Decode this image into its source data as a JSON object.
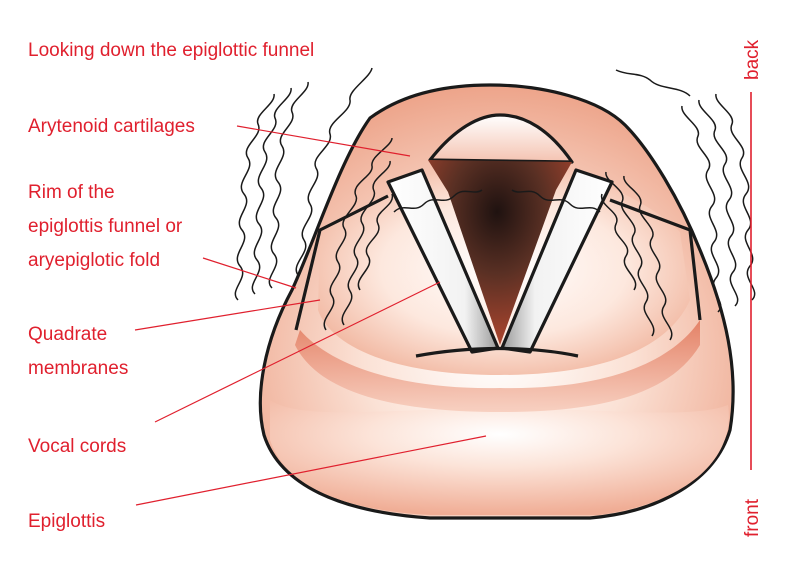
{
  "labels": {
    "heading": "Looking down the epiglottic funnel",
    "arytenoid": "Arytenoid cartilages",
    "rim_line1": "Rim of the",
    "rim_line2": "epiglottis funnel or",
    "rim_line3": "aryepiglotic fold",
    "quadrate_line1": "Quadrate",
    "quadrate_line2": "membranes",
    "vocal_cords": "Vocal cords",
    "epiglottis": "Epiglottis"
  },
  "orientation": {
    "back": "back",
    "front": "front"
  },
  "colors": {
    "label_red": "#e0202e",
    "tissue_light": "#fbe3d8",
    "tissue_mid": "#f3b7a0",
    "tissue_dark": "#e07d62",
    "cavity_dark": "#2e1a16",
    "cavity_edge": "#b2452e"
  }
}
